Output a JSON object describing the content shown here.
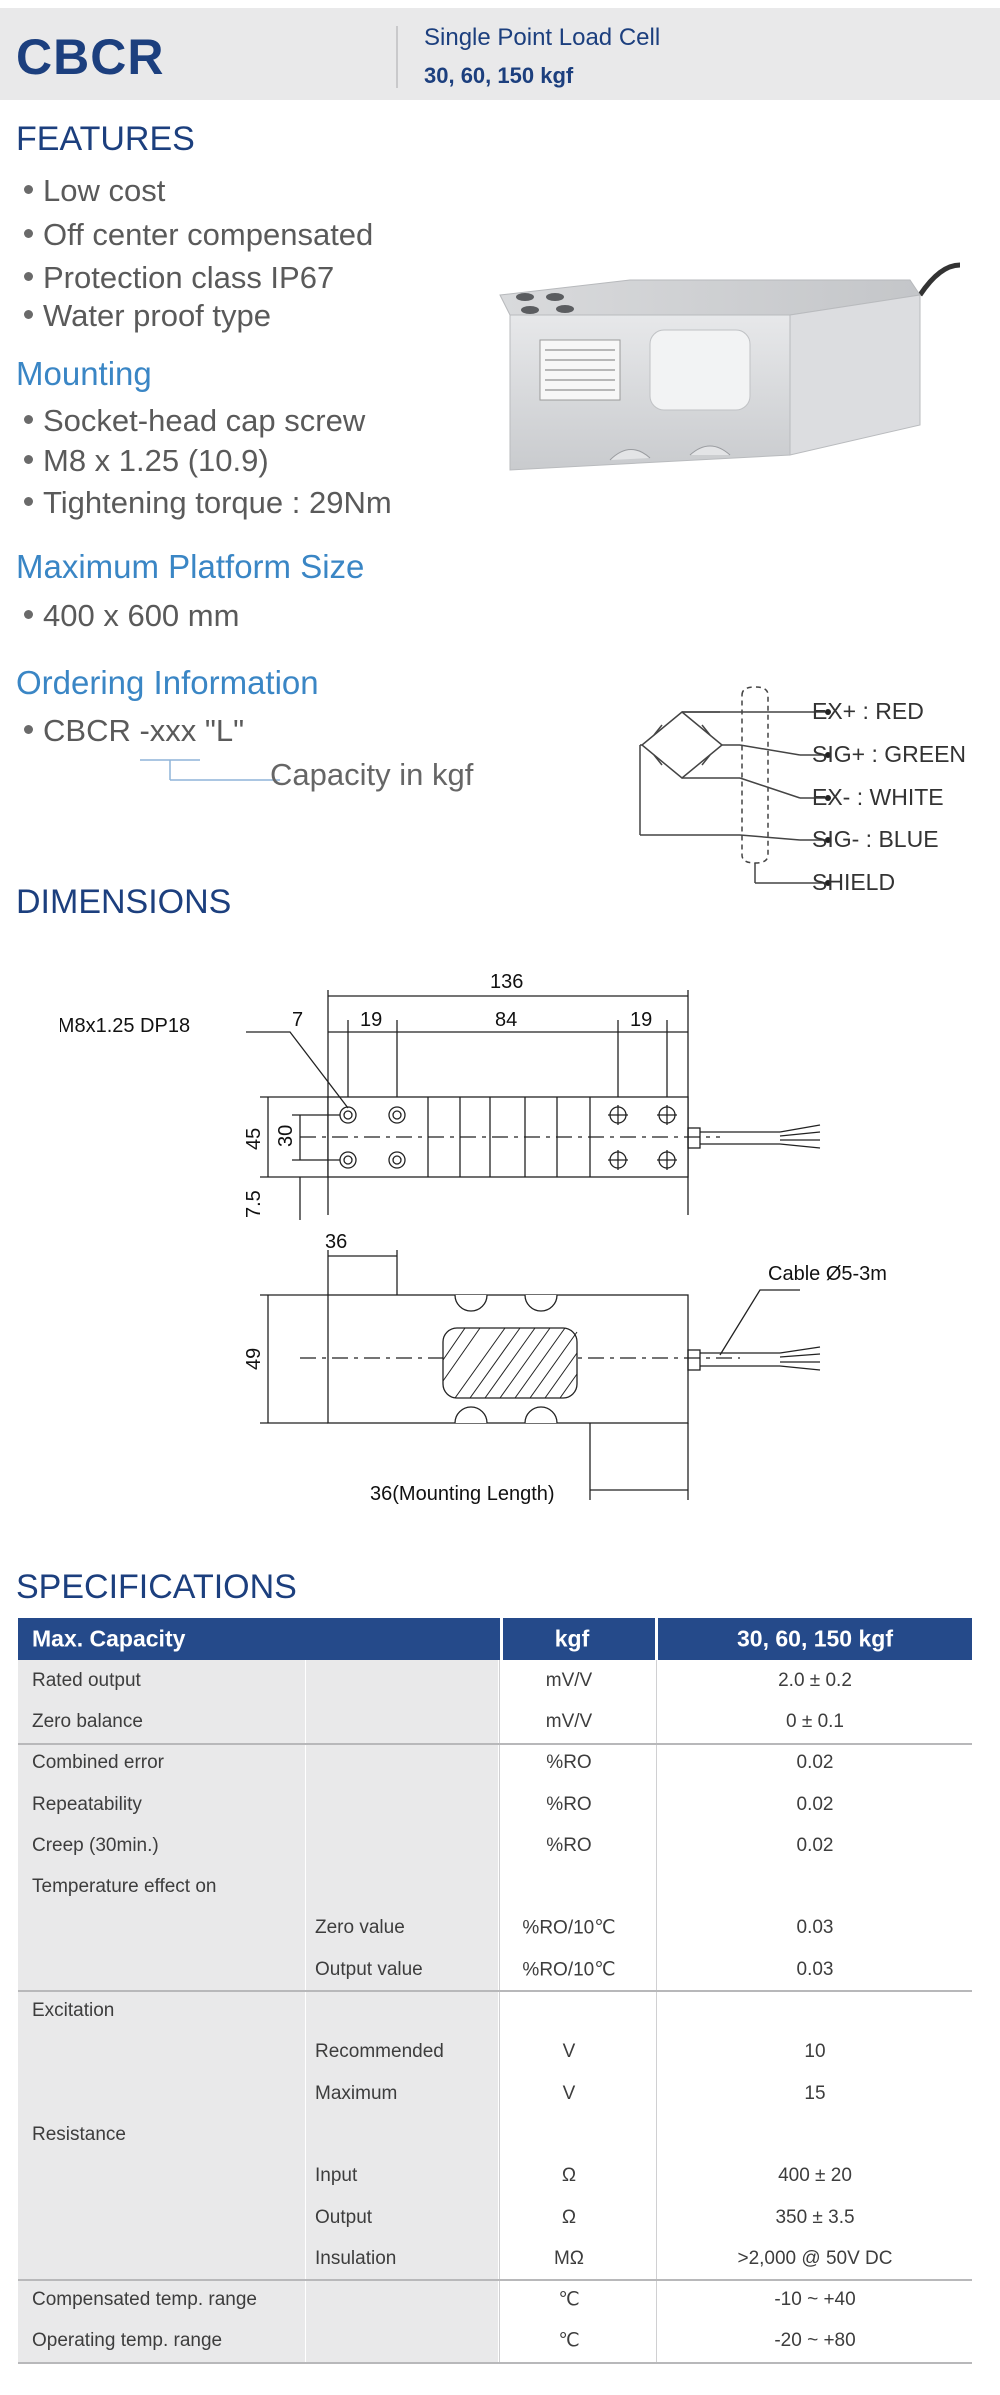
{
  "header": {
    "model": "CBCR",
    "subtitle": "Single Point Load Cell",
    "capacities": "30, 60, 150 kgf"
  },
  "features": {
    "title": "FEATURES",
    "items": [
      "Low cost",
      "Off center compensated",
      "Protection class IP67",
      "Water proof type"
    ]
  },
  "mounting": {
    "title": "Mounting",
    "items": [
      "Socket-head cap screw",
      "M8 x 1.25 (10.9)",
      "Tightening torque : 29Nm"
    ]
  },
  "platform": {
    "title": "Maximum Platform Size",
    "items": [
      "400 x 600 mm"
    ]
  },
  "ordering": {
    "title": "Ordering Information",
    "code": "CBCR -xxx \"L\"",
    "capacity_label": "Capacity in kgf"
  },
  "wiring": {
    "ex_plus": "EX+ : RED",
    "sig_plus": "SIG+ : GREEN",
    "ex_minus": "EX- : WHITE",
    "sig_minus": "SIG- : BLUE",
    "shield": "SHIELD"
  },
  "dimensions": {
    "title": "DIMENSIONS",
    "labels": {
      "overall": "136",
      "left_edge": "7",
      "hole_spacing_left": "19",
      "center": "84",
      "hole_spacing_right": "19",
      "height_45": "45",
      "height_30": "30",
      "offset_75": "7.5",
      "side_36": "36",
      "side_49": "49",
      "thread": "8-M8x1.25 DP18",
      "cable": "Cable Ø5-3m",
      "mounting_length": "36(Mounting Length)"
    }
  },
  "specs": {
    "title": "SPECIFICATIONS",
    "header": [
      "Max. Capacity",
      "kgf",
      "30, 60, 150 kgf"
    ],
    "rows": [
      {
        "label": "Rated output",
        "sub": "",
        "unit": "mV/V",
        "value": "2.0 ± 0.2"
      },
      {
        "label": "Zero balance",
        "sub": "",
        "unit": "mV/V",
        "value": "0 ± 0.1"
      },
      {
        "label": "Combined error",
        "sub": "",
        "unit": "%RO",
        "value": "0.02"
      },
      {
        "label": "Repeatability",
        "sub": "",
        "unit": "%RO",
        "value": "0.02"
      },
      {
        "label": "Creep (30min.)",
        "sub": "",
        "unit": "%RO",
        "value": "0.02"
      },
      {
        "label": "Temperature effect on",
        "sub": "",
        "unit": "",
        "value": ""
      },
      {
        "label": "",
        "sub": "Zero value",
        "unit": "%RO/10℃",
        "value": "0.03"
      },
      {
        "label": "",
        "sub": "Output  value",
        "unit": "%RO/10℃",
        "value": "0.03"
      },
      {
        "label": "Excitation",
        "sub": "",
        "unit": "",
        "value": ""
      },
      {
        "label": "",
        "sub": "Recommended",
        "unit": "V",
        "value": "10"
      },
      {
        "label": "",
        "sub": "Maximum",
        "unit": "V",
        "value": "15"
      },
      {
        "label": "Resistance",
        "sub": "",
        "unit": "",
        "value": ""
      },
      {
        "label": "",
        "sub": "Input",
        "unit": "Ω",
        "value": "400 ± 20"
      },
      {
        "label": "",
        "sub": "Output",
        "unit": "Ω",
        "value": "350 ± 3.5"
      },
      {
        "label": "",
        "sub": "Insulation",
        "unit": "MΩ",
        "value": ">2,000 @ 50V DC"
      },
      {
        "label": "Compensated temp. range",
        "sub": "",
        "unit": "℃",
        "value": "-10 ~ +40"
      },
      {
        "label": "Operating temp. range",
        "sub": "",
        "unit": "℃",
        "value": "-20 ~ +80"
      }
    ]
  }
}
